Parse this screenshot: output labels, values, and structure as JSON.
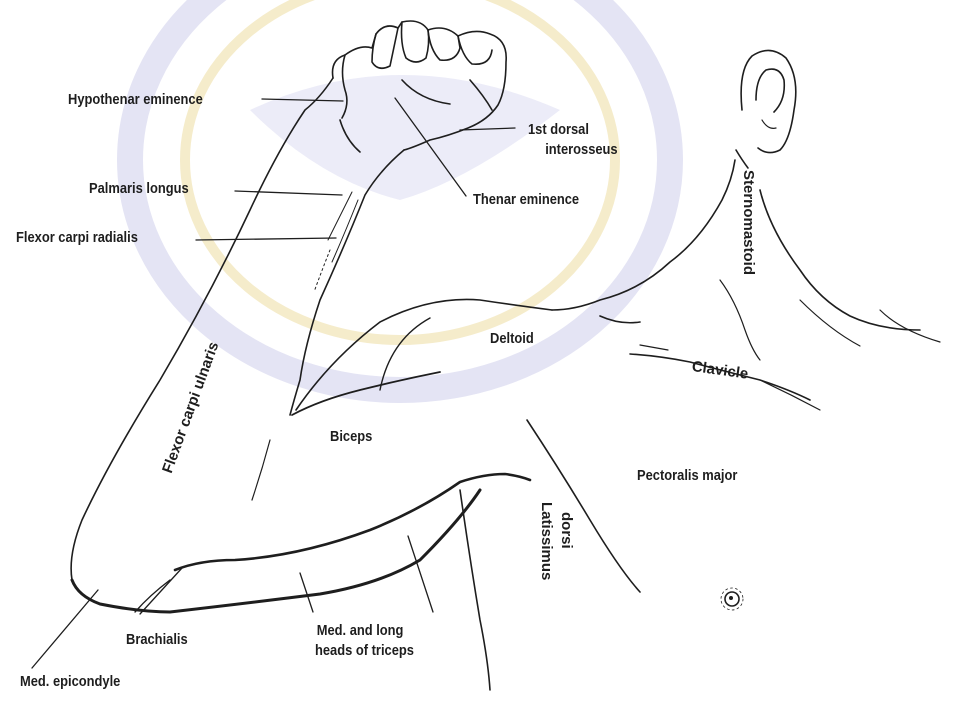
{
  "labels": {
    "hypothenar": "Hypothenar eminence",
    "dorsal_interosseus_1": "1st dorsal",
    "dorsal_interosseus_2": "interosseus",
    "palmaris": "Palmaris longus",
    "thenar": "Thenar eminence",
    "flexor_carpi_radialis": "Flexor carpi radialis",
    "sternomastoid": "Sternomastoid",
    "deltoid": "Deltoid",
    "clavicle": "Clavicle",
    "flexor_carpi_ulnaris": "Flexor carpi ulnaris",
    "biceps": "Biceps",
    "pectoralis": "Pectoralis major",
    "latissimus_1": "Latissimus",
    "latissimus_2": "dorsi",
    "brachialis": "Brachialis",
    "triceps_1": "Med. and long",
    "triceps_2": "heads of triceps",
    "epicondyle": "Med. epicondyle"
  },
  "colors": {
    "ink": "#1e1e1e",
    "watermark": "#d9d9f0",
    "watermark_yellow": "#f6edc8"
  }
}
